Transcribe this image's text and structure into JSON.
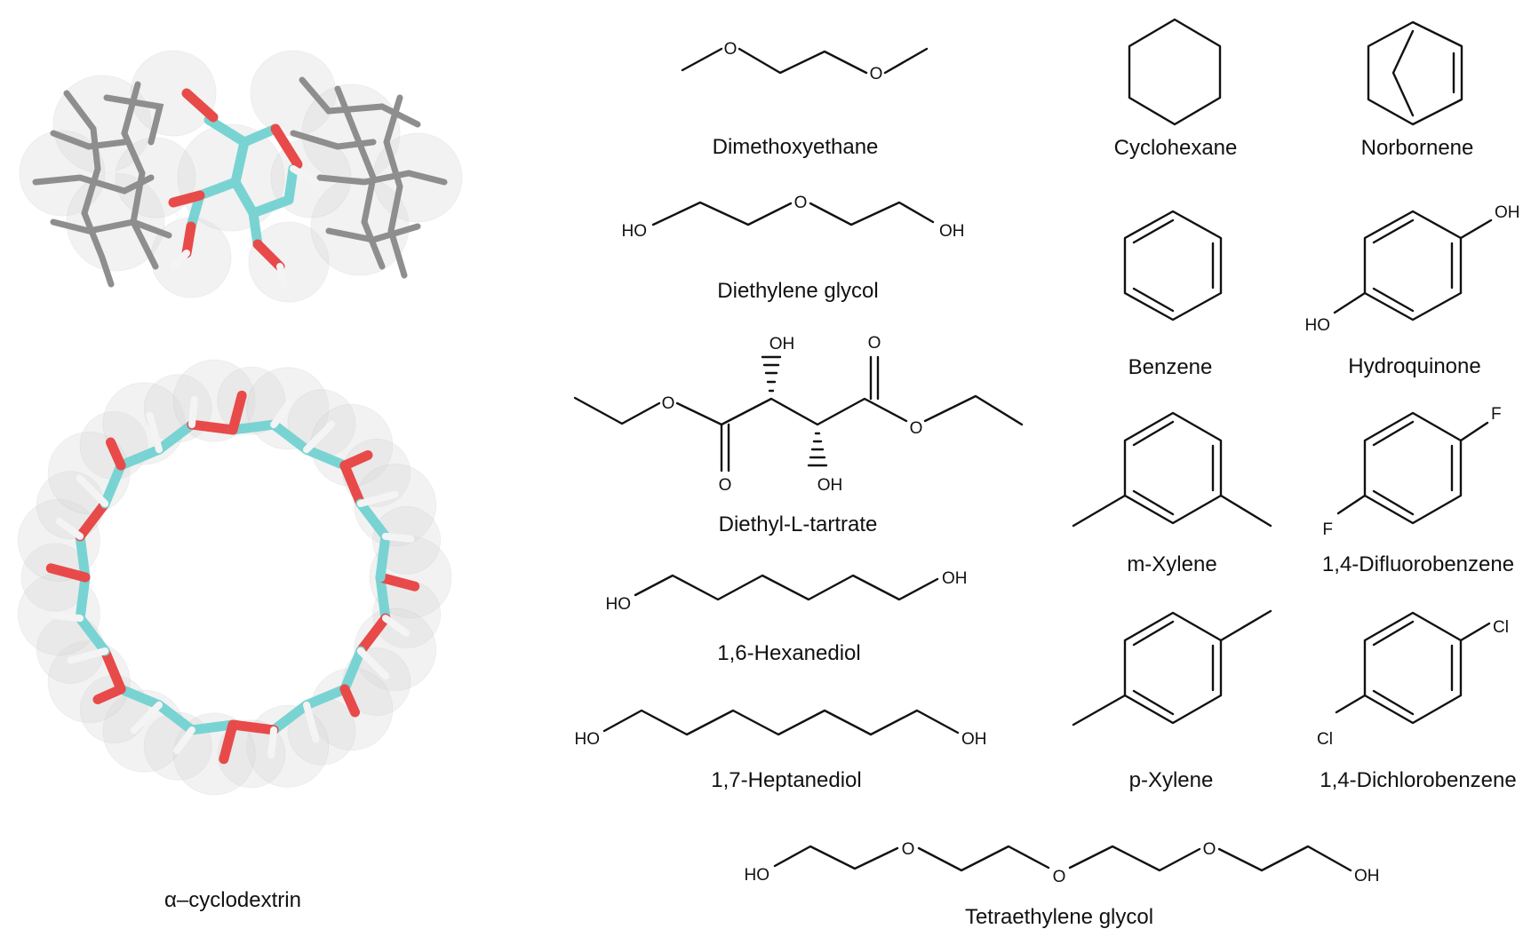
{
  "figure": {
    "cyclodextrin_label": "α–cyclodextrin",
    "molecules": [
      {
        "id": "dimethoxyethane",
        "name": "Dimethoxyethane",
        "atoms": [
          "O",
          "O"
        ]
      },
      {
        "id": "diethylene-glycol",
        "name": "Diethylene glycol",
        "atoms": [
          "HO",
          "O",
          "OH"
        ]
      },
      {
        "id": "diethyl-l-tartrate",
        "name": "Diethyl-L-tartrate",
        "atoms": [
          "OH",
          "O",
          "O",
          "O",
          "O",
          "OH"
        ]
      },
      {
        "id": "hexanediol",
        "name": "1,6-Hexanediol",
        "atoms": [
          "HO",
          "OH"
        ]
      },
      {
        "id": "heptanediol",
        "name": "1,7-Heptanediol",
        "atoms": [
          "HO",
          "OH"
        ]
      },
      {
        "id": "tetraethylene-glycol",
        "name": "Tetraethylene glycol",
        "atoms": [
          "HO",
          "O",
          "O",
          "O",
          "OH"
        ]
      },
      {
        "id": "cyclohexane",
        "name": "Cyclohexane",
        "atoms": []
      },
      {
        "id": "norbornene",
        "name": "Norbornene",
        "atoms": []
      },
      {
        "id": "benzene",
        "name": "Benzene",
        "atoms": []
      },
      {
        "id": "hydroquinone",
        "name": "Hydroquinone",
        "atoms": [
          "OH",
          "HO"
        ]
      },
      {
        "id": "m-xylene",
        "name": "m-Xylene",
        "atoms": []
      },
      {
        "id": "difluorobenzene",
        "name": "1,4-Difluorobenzene",
        "atoms": [
          "F",
          "F"
        ]
      },
      {
        "id": "p-xylene",
        "name": "p-Xylene",
        "atoms": []
      },
      {
        "id": "dichlorobenzene",
        "name": "1,4-Dichlorobenzene",
        "atoms": [
          "Cl",
          "Cl"
        ]
      }
    ],
    "colors": {
      "bond": "#111111",
      "carbon": "#7ad3d3",
      "oxygen": "#e84a4a",
      "hydrogen": "#f4f4f4",
      "guest": "#8e8e8e"
    }
  }
}
